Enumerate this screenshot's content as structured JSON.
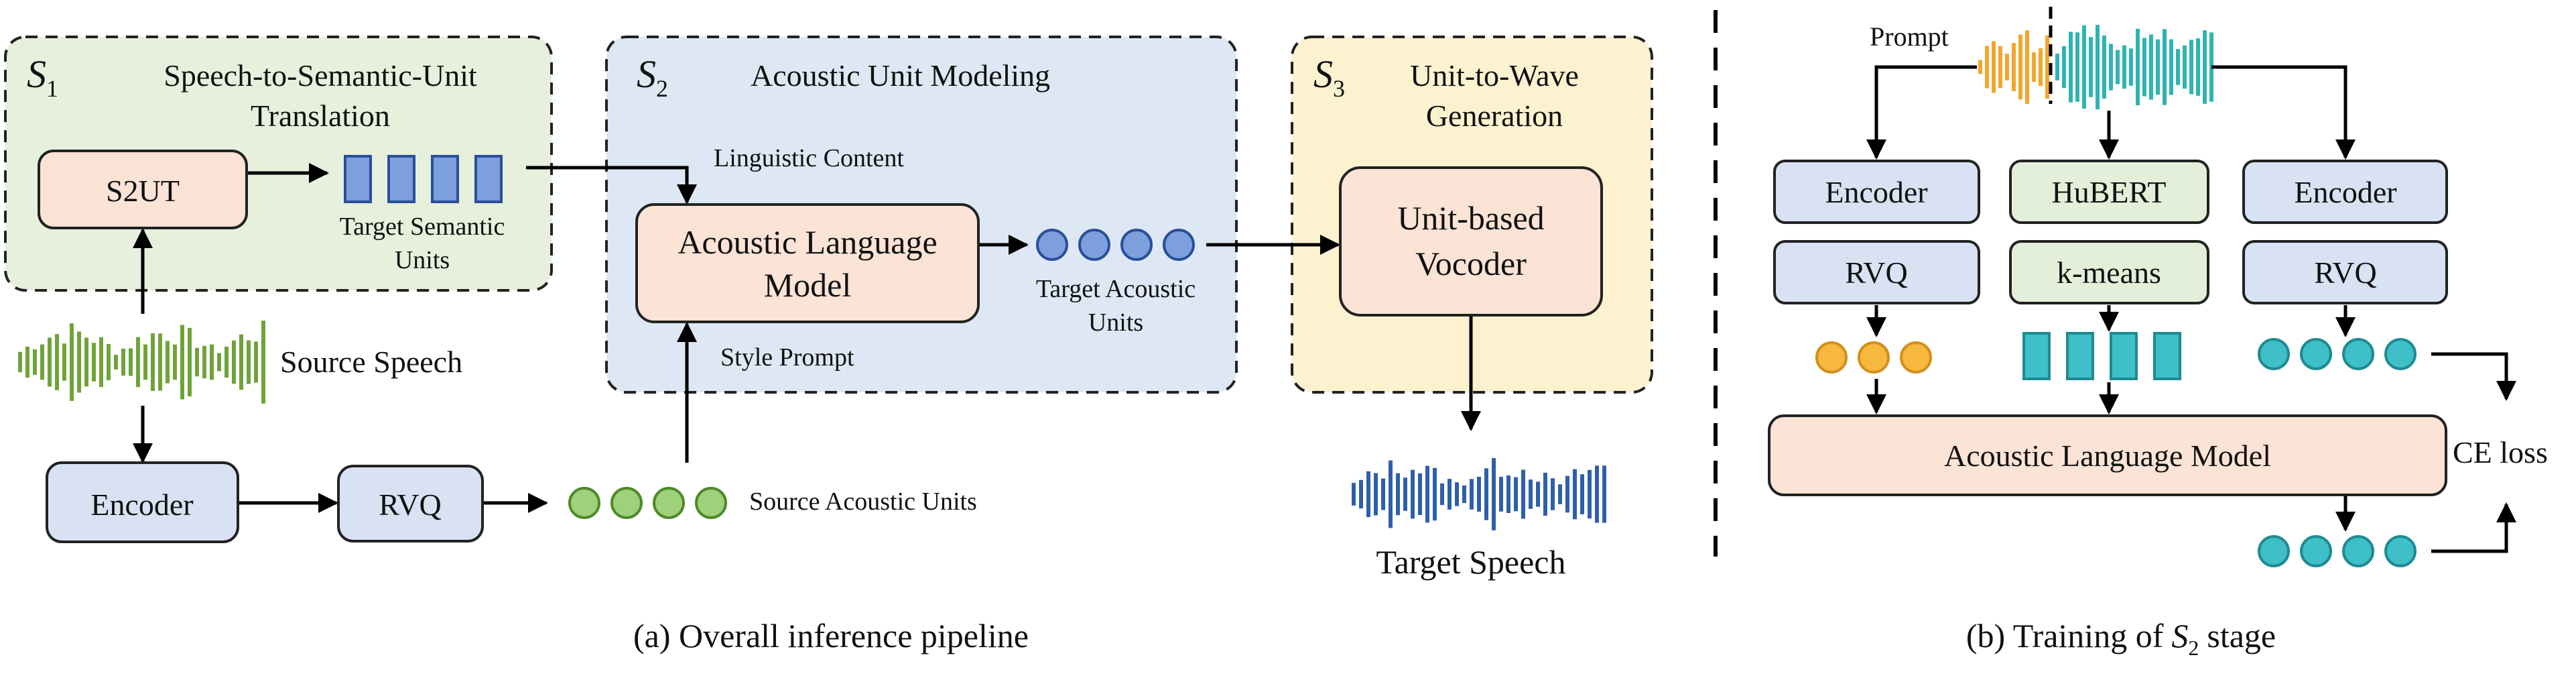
{
  "colors": {
    "s1_fill": "#e6f0dd",
    "s2_fill": "#dde8f4",
    "s3_fill": "#fdf2cf",
    "box_pink": "#fbe3d6",
    "box_blue": "#d8e2f2",
    "box_green": "#e3efd9",
    "unit_blue": "#7d9fdb",
    "unit_green": "#9fd07a",
    "unit_orange": "#f7b840",
    "unit_teal": "#3fbfc8",
    "wave_green": "#6fa33a",
    "wave_blue": "#2f5fa8",
    "wave_orange": "#f2a62c",
    "wave_teal": "#2fb3b3",
    "dashed": "#222222"
  },
  "part_a": {
    "s1": {
      "sym": "S",
      "sub": "1",
      "title_1": "Speech-to-Semantic-Unit",
      "title_2": "Translation"
    },
    "s2": {
      "sym": "S",
      "sub": "2",
      "title": "Acoustic Unit Modeling"
    },
    "s3": {
      "sym": "S",
      "sub": "3",
      "title_1": "Unit-to-Wave",
      "title_2": "Generation"
    },
    "s2ut": "S2UT",
    "target_semantic_1": "Target Semantic",
    "target_semantic_2": "Units",
    "linguistic_content": "Linguistic Content",
    "alm_1": "Acoustic Language",
    "alm_2": "Model",
    "target_acoustic_1": "Target Acoustic",
    "target_acoustic_2": "Units",
    "style_prompt": "Style Prompt",
    "vocoder_1": "Unit-based",
    "vocoder_2": "Vocoder",
    "source_speech": "Source Speech",
    "encoder": "Encoder",
    "rvq": "RVQ",
    "source_acoustic": "Source Acoustic Units",
    "target_speech": "Target Speech",
    "caption": "(a) Overall inference pipeline"
  },
  "part_b": {
    "prompt": "Prompt",
    "encoder_left": "Encoder",
    "hubert": "HuBERT",
    "encoder_right": "Encoder",
    "rvq_left": "RVQ",
    "kmeans": "k-means",
    "rvq_right": "RVQ",
    "alm": "Acoustic Language Model",
    "ce_loss": "CE loss",
    "caption_prefix": "(b) Training of",
    "caption_sym": "S",
    "caption_sub": "2",
    "caption_suffix": "stage"
  }
}
